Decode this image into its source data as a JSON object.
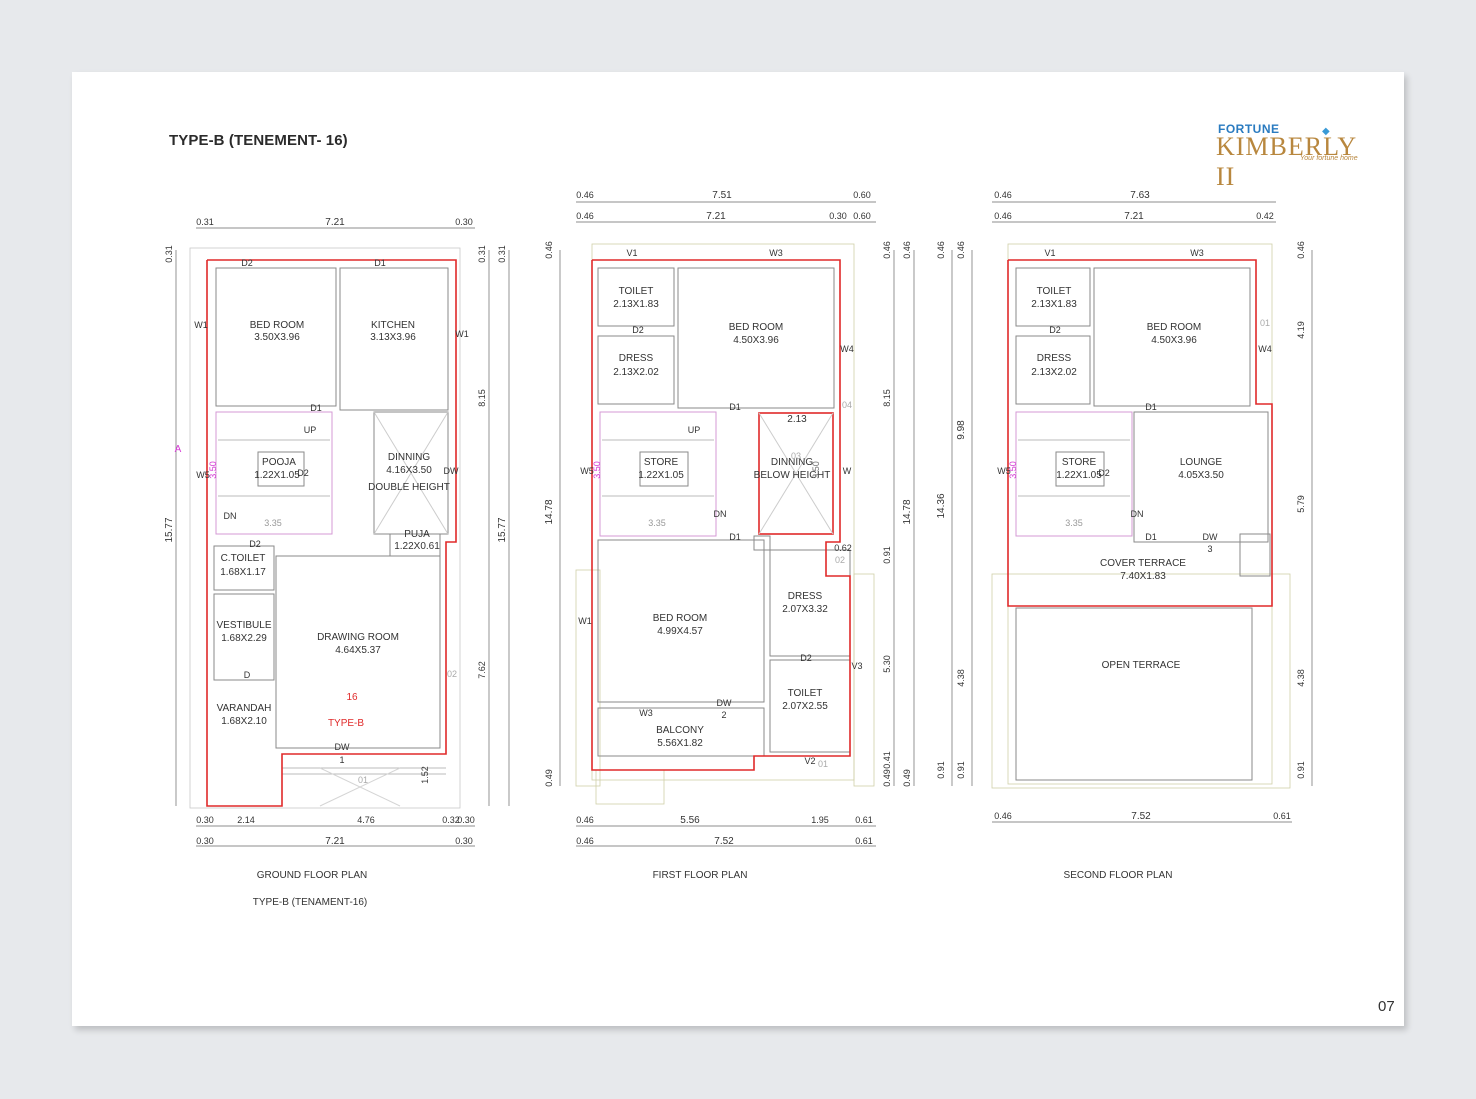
{
  "page": {
    "title": "TYPE-B (TENEMENT- 16)",
    "page_number": "07"
  },
  "logo": {
    "line1": "FORTUNE",
    "line2": "KIMBERLY II",
    "tagline": "Your fortune home"
  },
  "colors": {
    "outline": "#e02a2a",
    "wall": "#8a8a8a",
    "site": "#cfcfa8",
    "dim": "#555555",
    "magenta": "#d43ad4"
  },
  "ground": {
    "caption": "GROUND FLOOR PLAN",
    "subcaption": "TYPE-B (TENAMENT-16)",
    "top_dims": [
      "0.31",
      "7.21",
      "0.30"
    ],
    "bottom_dims": [
      "0.30",
      "2.14",
      "4.76",
      "0.32",
      "0.30",
      "0.30",
      "7.21",
      "0.30"
    ],
    "left_dims": [
      "0.31",
      "15.77"
    ],
    "right_dims": [
      "0.31",
      "0.31",
      "8.15",
      "15.77",
      "7.62",
      "1.52"
    ],
    "marker": "A",
    "stair_width": "3.50",
    "stair_len": "3.35",
    "doors": [
      "D2",
      "D1",
      "D1",
      "D2",
      "D2",
      "D",
      "W1",
      "W1",
      "W5",
      "DW",
      "DW",
      "UP",
      "DN",
      "02",
      "01",
      "1"
    ],
    "rooms": [
      {
        "name": "BED ROOM",
        "dim": "3.50X3.96"
      },
      {
        "name": "KITCHEN",
        "dim": "3.13X3.96"
      },
      {
        "name": "POOJA",
        "dim": "1.22X1.05"
      },
      {
        "name": "DINNING",
        "dim": "4.16X3.50",
        "extra": "DOUBLE HEIGHT"
      },
      {
        "name": "PUJA",
        "dim": "1.22X0.61"
      },
      {
        "name": "C.TOILET",
        "dim": "1.68X1.17"
      },
      {
        "name": "VESTIBULE",
        "dim": "1.68X2.29"
      },
      {
        "name": "DRAWING ROOM",
        "dim": "4.64X5.37"
      },
      {
        "name": "VARANDAH",
        "dim": "1.68X2.10"
      }
    ],
    "unit_no": "16",
    "unit_type": "TYPE-B"
  },
  "first": {
    "caption": "FIRST FLOOR PLAN",
    "top_dims": [
      "0.46",
      "7.51",
      "0.60",
      "0.46",
      "7.21",
      "0.30",
      "0.60"
    ],
    "bottom_dims": [
      "0.46",
      "5.56",
      "1.95",
      "0.61",
      "0.46",
      "7.52",
      "0.61"
    ],
    "left_dims": [
      "0.46",
      "14.78",
      "0.49"
    ],
    "right_dims": [
      "0.46",
      "8.15",
      "0.91",
      "5.30",
      "0.41",
      "0.49",
      "0.46",
      "14.78",
      "0.49"
    ],
    "stair_width": "3.50",
    "stair_len": "3.35",
    "void_dim": "2.13",
    "void_dim_v": "3.50",
    "doors": [
      "V1",
      "W3",
      "D2",
      "W4",
      "D1",
      "D1",
      "04",
      "UP",
      "DN",
      "W5",
      "W",
      "0.62",
      "02",
      "W1",
      "D2",
      "V3",
      "W3",
      "DW",
      "2",
      "V2",
      "01",
      "03"
    ],
    "rooms": [
      {
        "name": "TOILET",
        "dim": "2.13X1.83"
      },
      {
        "name": "BED ROOM",
        "dim": "4.50X3.96"
      },
      {
        "name": "DRESS",
        "dim": "2.13X2.02"
      },
      {
        "name": "STORE",
        "dim": "1.22X1.05"
      },
      {
        "name": "DINNING",
        "dim": "BELOW HEIGHT"
      },
      {
        "name": "DRESS",
        "dim": "2.07X3.32"
      },
      {
        "name": "BED ROOM",
        "dim": "4.99X4.57"
      },
      {
        "name": "TOILET",
        "dim": "2.07X2.55"
      },
      {
        "name": "BALCONY",
        "dim": "5.56X1.82"
      }
    ]
  },
  "second": {
    "caption": "SECOND FLOOR PLAN",
    "top_dims": [
      "0.46",
      "7.63",
      "0.46",
      "7.21",
      "0.42"
    ],
    "bottom_dims": [
      "0.46",
      "7.52",
      "0.61"
    ],
    "left_dims": [
      "0.46",
      "0.46",
      "9.98",
      "14.36",
      "4.38",
      "0.91",
      "0.91"
    ],
    "right_dims": [
      "0.46",
      "4.19",
      "5.79",
      "4.38",
      "0.91"
    ],
    "stair_width": "3.50",
    "stair_len": "3.35",
    "doors": [
      "V1",
      "W3",
      "D2",
      "W4",
      "01",
      "D1",
      "W5",
      "D2",
      "DN",
      "D1",
      "DW",
      "3"
    ],
    "rooms": [
      {
        "name": "TOILET",
        "dim": "2.13X1.83"
      },
      {
        "name": "BED ROOM",
        "dim": "4.50X3.96"
      },
      {
        "name": "DRESS",
        "dim": "2.13X2.02"
      },
      {
        "name": "STORE",
        "dim": "1.22X1.05"
      },
      {
        "name": "LOUNGE",
        "dim": "4.05X3.50"
      },
      {
        "name": "COVER TERRACE",
        "dim": "7.40X1.83"
      },
      {
        "name": "OPEN TERRACE",
        "dim": ""
      }
    ]
  }
}
